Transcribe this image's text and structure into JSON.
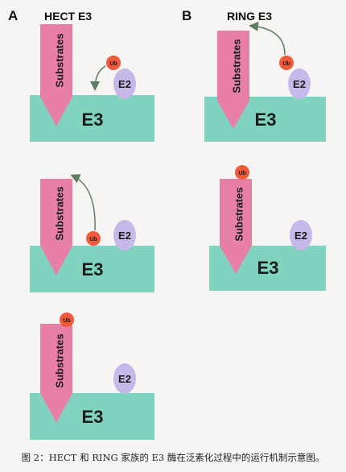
{
  "panels": {
    "A": {
      "letter": "A",
      "title": "HECT E3"
    },
    "B": {
      "letter": "B",
      "title": "RING E3"
    }
  },
  "labels": {
    "substrate": "Substrates",
    "e3": "E3",
    "e2": "E2",
    "ub": "Ub"
  },
  "caption": "图 2：HECT 和 RING 家族的 E3 酶在泛素化过程中的运行机制示意图。",
  "colors": {
    "e3_block": "#7fd3bf",
    "substrate": "#e77fa6",
    "e2": "#c7b8ea",
    "ub": "#ef5a3a",
    "arrow": "#5c7d62"
  }
}
